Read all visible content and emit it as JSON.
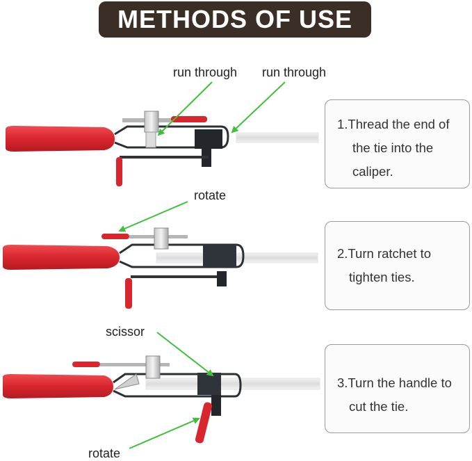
{
  "title": "METHODS OF USE",
  "labels": {
    "run_through_1": "run through",
    "run_through_2": "run through",
    "rotate_1": "rotate",
    "scissor": "scissor",
    "rotate_2": "rotate"
  },
  "steps": [
    {
      "lines": [
        "1.Thread the end of",
        "the tie into the",
        "caliper."
      ]
    },
    {
      "lines": [
        "2.Turn ratchet to",
        "tighten ties."
      ]
    },
    {
      "lines": [
        "3.Turn the handle to",
        "cut the tie."
      ]
    }
  ],
  "colors": {
    "banner": "#3b2e26",
    "handle": "#d9262e",
    "arrow": "#3fbf3a",
    "frame": "#2b2f36"
  }
}
